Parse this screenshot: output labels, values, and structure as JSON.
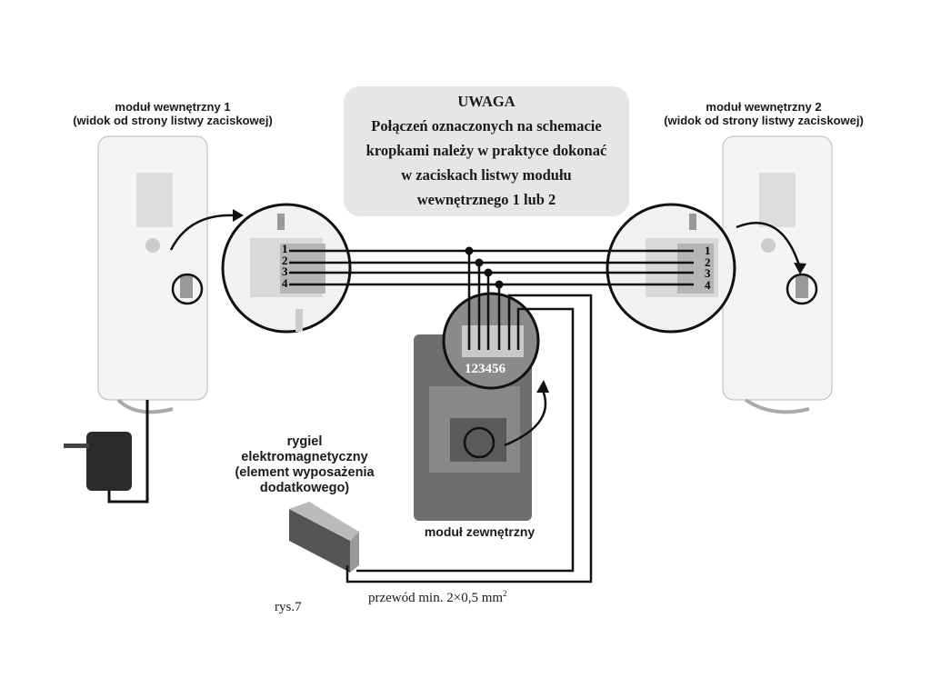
{
  "labels": {
    "indoor_module_1": [
      "moduł wewnętrzny 1",
      "(widok od strony listwy zaciskowej)"
    ],
    "indoor_module_2": [
      "moduł wewnętrzny 2",
      "(widok od strony listwy zaciskowej)"
    ],
    "lock": [
      "rygiel",
      "elektromagnetyczny",
      "(element wyposażenia",
      "dodatkowego)"
    ],
    "outdoor_module": "moduł zewnętrzny",
    "wire_spec": "przewód min. 2×0,5 mm",
    "wire_spec_sup": "2",
    "figure": "rys.7"
  },
  "note": {
    "title": "UWAGA",
    "lines": [
      "Połączeń oznaczonych na schemacie",
      "kropkami należy w praktyce dokonać",
      "w zaciskach listwy modułu",
      "wewnętrznego 1 lub 2"
    ]
  },
  "terminals_indoor": [
    "1",
    "2",
    "3",
    "4"
  ],
  "terminals_outdoor": "123456"
}
